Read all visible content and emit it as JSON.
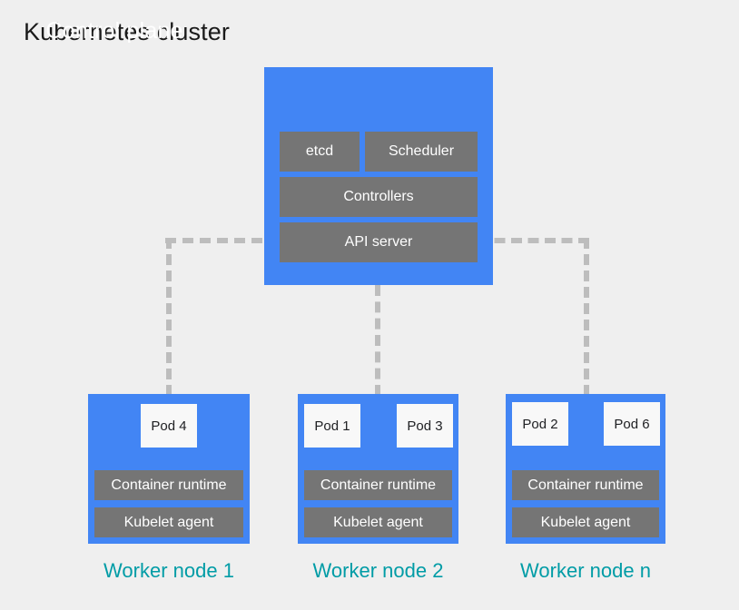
{
  "page": {
    "title": "Kubernetes cluster",
    "background_color": "#efefef"
  },
  "colors": {
    "node_blue": "#4285f4",
    "component_gray": "#757575",
    "pod_white": "#f8f8f8",
    "label_teal": "#009ca6",
    "connector_gray": "#bdbdbd",
    "title_text": "#1a1a1a"
  },
  "control_plane": {
    "title": "Control plane",
    "components": [
      {
        "label": "etcd"
      },
      {
        "label": "Scheduler"
      },
      {
        "label": "Controllers"
      },
      {
        "label": "API server"
      }
    ]
  },
  "worker_nodes": [
    {
      "label": "Worker node 1",
      "pods": [
        {
          "label": "Pod 4"
        }
      ],
      "components": [
        {
          "label": "Container runtime"
        },
        {
          "label": "Kubelet agent"
        }
      ]
    },
    {
      "label": "Worker node 2",
      "pods": [
        {
          "label": "Pod 1"
        },
        {
          "label": "Pod 3"
        }
      ],
      "components": [
        {
          "label": "Container runtime"
        },
        {
          "label": "Kubelet agent"
        }
      ]
    },
    {
      "label": "Worker node n",
      "pods": [
        {
          "label": "Pod 2"
        },
        {
          "label": "Pod 6"
        }
      ],
      "components": [
        {
          "label": "Container runtime"
        },
        {
          "label": "Kubelet agent"
        }
      ]
    }
  ],
  "connectors": [
    {
      "name": "api-server-to-worker-node-1",
      "style": "dashed"
    },
    {
      "name": "api-server-to-worker-node-2",
      "style": "dashed"
    },
    {
      "name": "api-server-to-worker-node-n",
      "style": "dashed"
    }
  ]
}
